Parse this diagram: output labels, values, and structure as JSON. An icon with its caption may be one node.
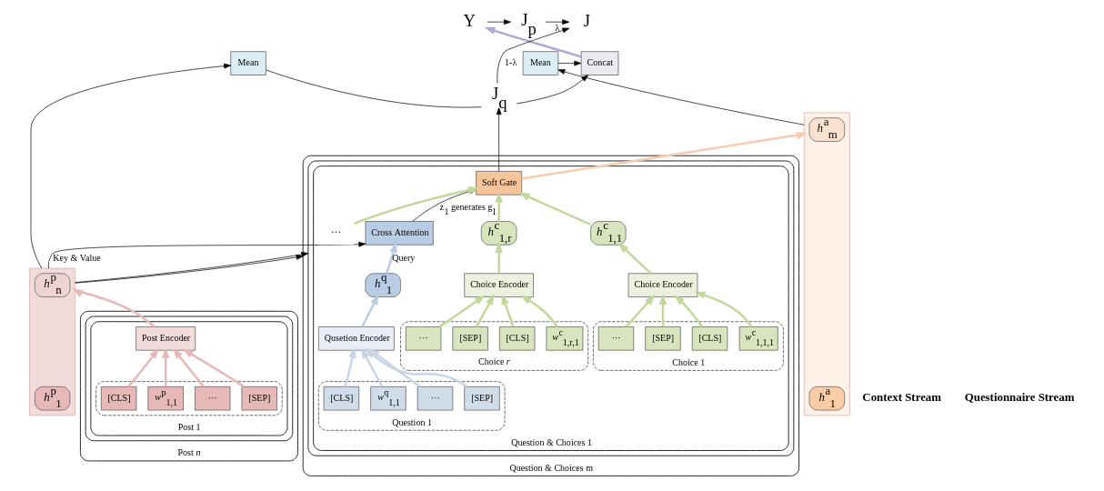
{
  "diagram": {
    "nodes": [
      {
        "text": [
          "Post *n*"
        ]
      },
      {
        "text": [],
        "shape": "box",
        "in": 0
      },
      {
        "text": [
          "Post 1"
        ],
        "in": 1
      },
      {
        "text": [
          "Post Encoder"
        ],
        "in": 2
      },
      {
        "text": [],
        "shape": "box",
        "in": 2
      },
      {
        "text": [
          "[CLS]"
        ],
        "in": 4
      },
      {
        "text": [
          "*w*$^{p}$$_{1,1}$"
        ],
        "in": 4
      },
      {
        "text": [
          "···"
        ],
        "in": 4
      },
      {
        "text": [
          "[SEP]"
        ],
        "in": 4
      },
      {
        "text": [],
        "shape": "box"
      },
      {
        "text": [
          "*h*$^{p}$$_{n}$"
        ],
        "in": 9
      },
      {
        "text": [
          "*h*$^{p}$$_{1}$"
        ],
        "in": 9
      },
      {
        "text": [
          "Mean"
        ]
      },
      {
        "text": [
          "Concat"
        ]
      },
      {
        "text": [
          "Mean"
        ]
      },
      {
        "text": [
          "Y"
        ]
      },
      {
        "text": [
          "J$_{p}$"
        ]
      },
      {
        "text": [
          "J"
        ]
      },
      {
        "text": [],
        "shape": "box"
      },
      {
        "text": [
          "*h*$^{a}$$_{m}$"
        ],
        "in": 18
      },
      {
        "text": [
          "*h*$^{a}$$_{1}$"
        ],
        "in": 18
      },
      {
        "text": [
          "J$_{q}$"
        ]
      },
      {
        "text": [
          "Question & Choices m"
        ]
      },
      {
        "text": [],
        "shape": "box",
        "in": 22
      },
      {
        "text": [
          "Question & Choices 1"
        ],
        "in": 23
      },
      {
        "text": [
          "Cross Attention"
        ],
        "in": 24
      },
      {
        "text": [
          "Soft Gate"
        ],
        "in": 24
      },
      {
        "text": [
          "*h*$^{q}$$_{1}$"
        ],
        "in": 24
      },
      {
        "text": [
          "*h*$^{c}$$_{1,1}$"
        ],
        "in": 24
      },
      {
        "text": [
          "···"
        ],
        "in": 24
      },
      {
        "text": [
          "*h*$^{c}$$_{1,r}$"
        ],
        "in": 24
      },
      {
        "text": [
          "Qusetion Encoder"
        ],
        "in": 24
      },
      {
        "text": [
          "Choice Encoder"
        ],
        "in": 24
      },
      {
        "text": [
          "Choice Encoder"
        ],
        "in": 24
      },
      {
        "text": [
          "Question 1"
        ],
        "in": 24
      },
      {
        "text": [
          "[CLS]"
        ],
        "in": 34
      },
      {
        "text": [
          "*w*$^{q}$$_{1,1}$"
        ],
        "in": 34
      },
      {
        "text": [
          "···"
        ],
        "in": 34
      },
      {
        "text": [
          "[SEP]"
        ],
        "in": 34
      },
      {
        "text": [
          "Choice 1"
        ],
        "in": 24
      },
      {
        "text": [
          "[CLS]"
        ],
        "in": 39
      },
      {
        "text": [
          "*w*$^{c}$$_{1,1,1}$"
        ],
        "in": 39
      },
      {
        "text": [
          "···"
        ],
        "in": 39
      },
      {
        "text": [
          "[SEP]"
        ],
        "in": 39
      },
      {
        "text": [
          "Choice *r*"
        ],
        "in": 24
      },
      {
        "text": [
          "[CLS]"
        ],
        "in": 44
      },
      {
        "text": [
          "*w*$^{c}$$_{1,r,1}$"
        ],
        "in": 44
      },
      {
        "text": [
          "···"
        ],
        "in": 44
      },
      {
        "text": [
          "[SEP]"
        ],
        "in": 44
      }
    ],
    "edges": [
      {
        "from": 5,
        "to": 3,
        "arrow": "to",
        "color": "#e6b8b7"
      },
      {
        "from": 6,
        "to": 3,
        "arrow": "to",
        "color": "#e6b8b7"
      },
      {
        "from": 7,
        "to": 3,
        "arrow": "to",
        "color": "#e6b8b7"
      },
      {
        "from": 8,
        "to": 3,
        "arrow": "to",
        "color": "#e6b8b7"
      },
      {
        "from": 3,
        "to": 9,
        "arrow": "to",
        "color": "#e6b8b7"
      },
      {
        "from": 9,
        "to": 12,
        "arrow": "to",
        "color": "#000000"
      },
      {
        "from": 9,
        "to": 25,
        "arrow": "to",
        "label": "Key & Value",
        "color": "#000000"
      },
      {
        "from": 9,
        "to": 23,
        "arrow": "to",
        "color": "#000000"
      },
      {
        "from": 9,
        "to": 22,
        "arrow": "to",
        "color": "#000000"
      },
      {
        "from": 12,
        "to": 13,
        "arrow": "to",
        "color": "#000000"
      },
      {
        "from": 14,
        "to": 13,
        "arrow": "to",
        "color": "#000000"
      },
      {
        "from": 18,
        "to": 14,
        "arrow": "to",
        "color": "#000000"
      },
      {
        "from": 13,
        "to": 15,
        "arrow": "to",
        "color": "#b4a7d6"
      },
      {
        "from": 15,
        "to": 16,
        "arrow": "to",
        "color": "#000000"
      },
      {
        "from": 16,
        "to": 17,
        "arrow": "to",
        "label": "λ",
        "color": "#000000"
      },
      {
        "from": 21,
        "to": 17,
        "arrow": "to",
        "label": "1-λ",
        "color": "#000000"
      },
      {
        "from": 26,
        "to": 21,
        "arrow": "to",
        "color": "#000000"
      },
      {
        "from": 26,
        "to": 18,
        "arrow": "to",
        "color": "#f8cbad"
      },
      {
        "from": 25,
        "to": 26,
        "arrow": "to",
        "label": "z$_{1}$ generates g$_{1}$",
        "color": "#000000"
      },
      {
        "from": 27,
        "to": 25,
        "arrow": "to",
        "label": "Query",
        "color": "#b8cce4"
      },
      {
        "from": 31,
        "to": 27,
        "arrow": "to",
        "color": "#b8cce4"
      },
      {
        "from": 35,
        "to": 31,
        "arrow": "to",
        "color": "#c6d4e6"
      },
      {
        "from": 36,
        "to": 31,
        "arrow": "to",
        "color": "#c6d4e6"
      },
      {
        "from": 37,
        "to": 31,
        "arrow": "to",
        "color": "#c6d4e6"
      },
      {
        "from": 38,
        "to": 31,
        "arrow": "to",
        "color": "#c6d4e6"
      },
      {
        "from": 40,
        "to": 32,
        "arrow": "to",
        "color": "#c4d79b"
      },
      {
        "from": 41,
        "to": 32,
        "arrow": "to",
        "color": "#c4d79b"
      },
      {
        "from": 42,
        "to": 32,
        "arrow": "to",
        "color": "#c4d79b"
      },
      {
        "from": 43,
        "to": 32,
        "arrow": "to",
        "color": "#c4d79b"
      },
      {
        "from": 32,
        "to": 28,
        "arrow": "to",
        "color": "#c4d79b"
      },
      {
        "from": 28,
        "to": 26,
        "arrow": "to",
        "color": "#c4d79b"
      },
      {
        "from": 29,
        "to": 26,
        "arrow": "to",
        "color": "#c4d79b"
      },
      {
        "from": 45,
        "to": 33,
        "arrow": "to",
        "color": "#c4d79b"
      },
      {
        "from": 46,
        "to": 33,
        "arrow": "to",
        "color": "#c4d79b"
      },
      {
        "from": 47,
        "to": 33,
        "arrow": "to",
        "color": "#c4d79b"
      },
      {
        "from": 48,
        "to": 33,
        "arrow": "to",
        "color": "#c4d79b"
      },
      {
        "from": 33,
        "to": 30,
        "arrow": "to",
        "color": "#c4d79b"
      },
      {
        "from": 30,
        "to": 26,
        "arrow": "to",
        "color": "#c4d79b"
      }
    ],
    "labels": [
      "Context Stream",
      "Questionnaire Stream"
    ]
  }
}
